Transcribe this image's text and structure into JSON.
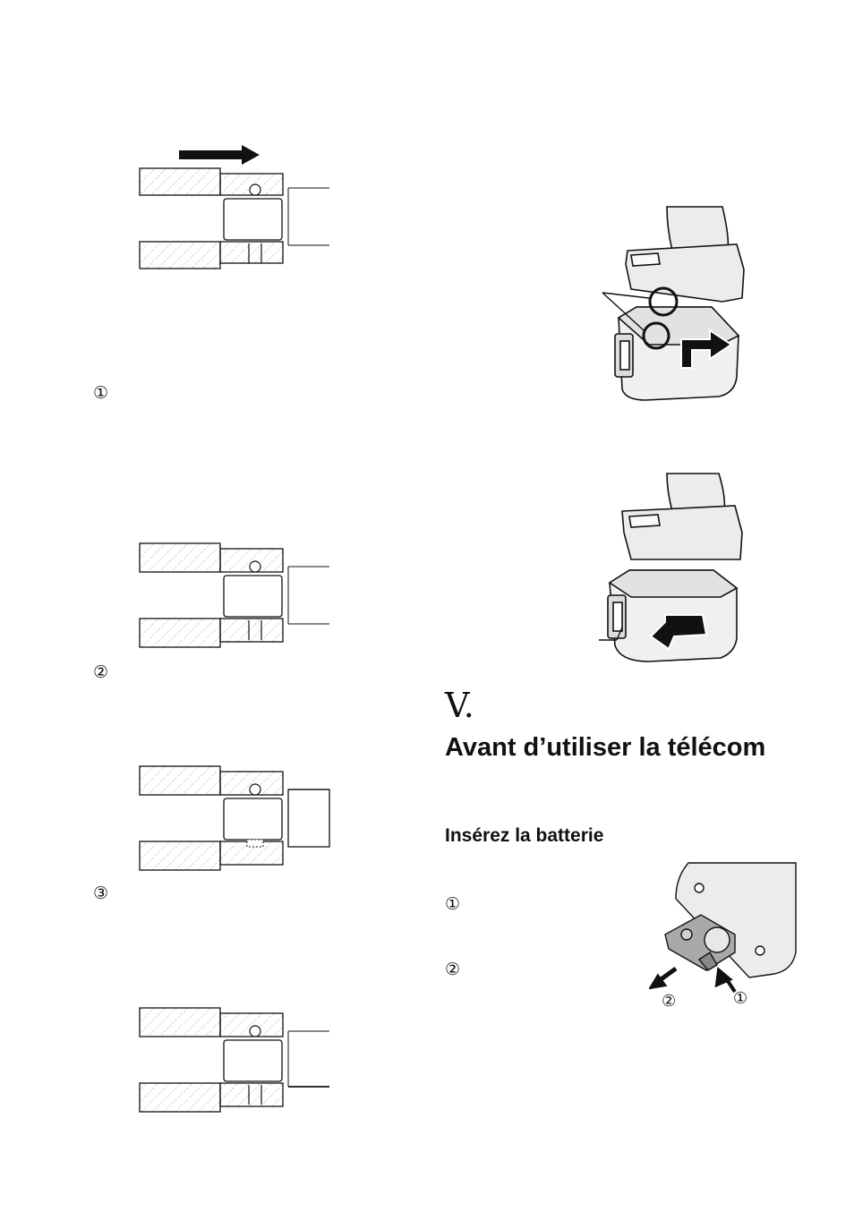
{
  "steps": {
    "step1": "①",
    "step2": "②",
    "step3": "③"
  },
  "section": {
    "number": "V.",
    "title": "Avant d’utiliser la télécom",
    "subtitle": "Insérez la batterie",
    "battery_steps": {
      "step1": "①",
      "step2": "②"
    }
  },
  "remote_figure": {
    "label1": "①",
    "label2": "②"
  },
  "colors": {
    "ink": "#111111",
    "hatch": "#9a9a9a",
    "tool_fill": "#e9e9e9",
    "tool_shadow": "#cfcfcf"
  }
}
